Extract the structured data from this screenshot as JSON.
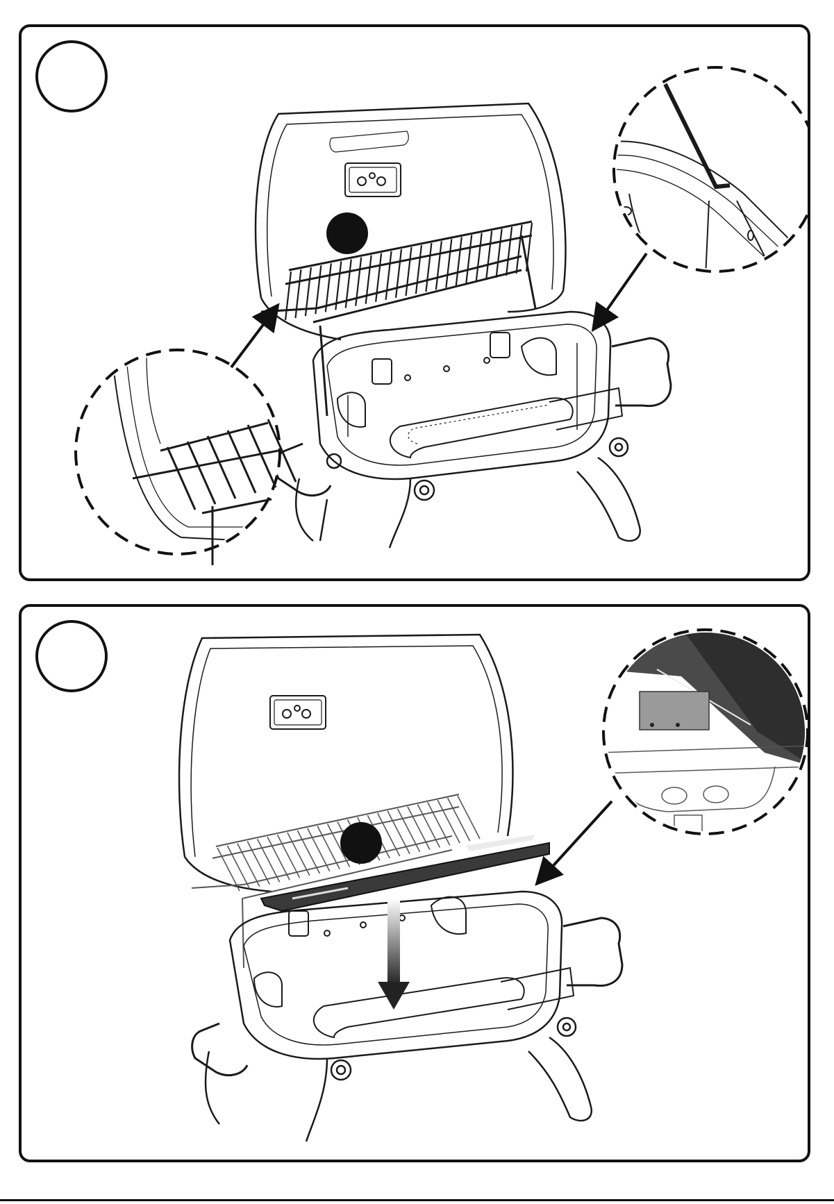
{
  "page": {
    "steps": [
      {
        "number": ""
      },
      {
        "number": ""
      }
    ]
  },
  "colors": {
    "ink": "#111111",
    "line": "#1a1a1a",
    "light_line": "#555555",
    "heat_shield": "#3a3a3a",
    "paper": "#ffffff"
  },
  "icons": [
    "step-number-circle",
    "callout-marker-dot",
    "pointer-arrow",
    "down-arrow",
    "magnifier-callout"
  ]
}
